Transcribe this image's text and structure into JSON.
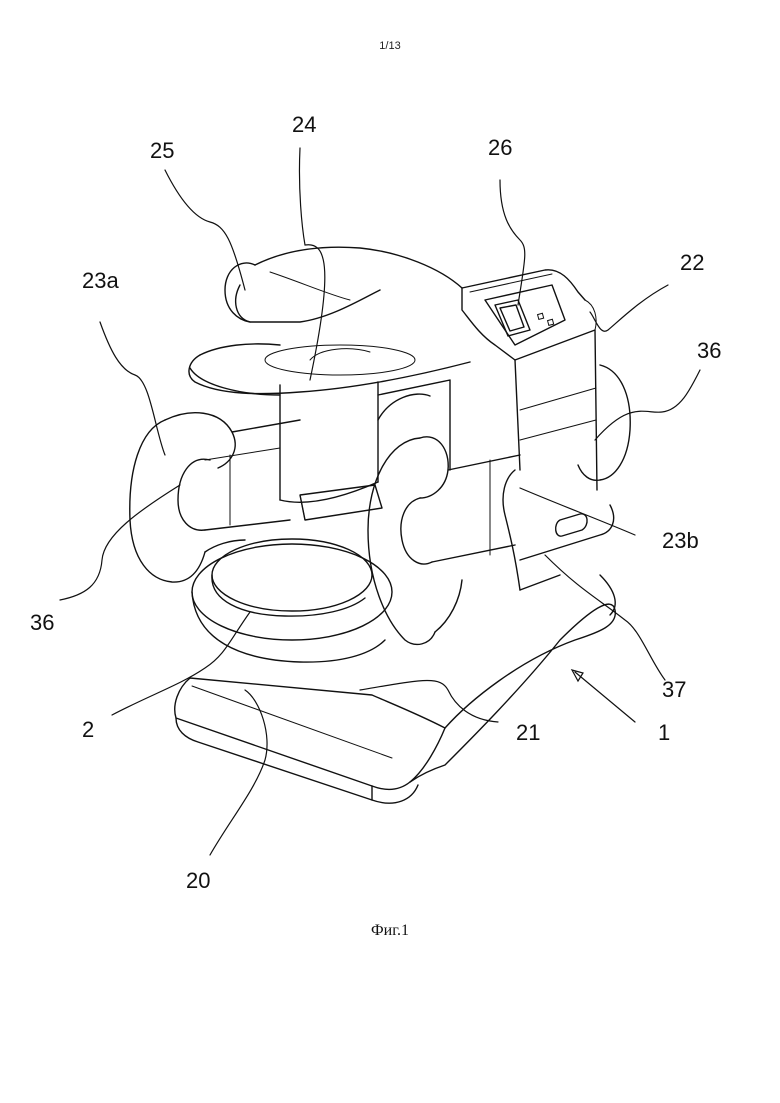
{
  "page": {
    "number": "1/13"
  },
  "figure": {
    "caption": "Фиг.1",
    "labels": {
      "l25": "25",
      "l24": "24",
      "l26": "26",
      "l22": "22",
      "l23a": "23a",
      "l36_right": "36",
      "l36_left": "36",
      "l23b": "23b",
      "l37": "37",
      "l2": "2",
      "l21": "21",
      "l1": "1",
      "l20": "20"
    }
  }
}
